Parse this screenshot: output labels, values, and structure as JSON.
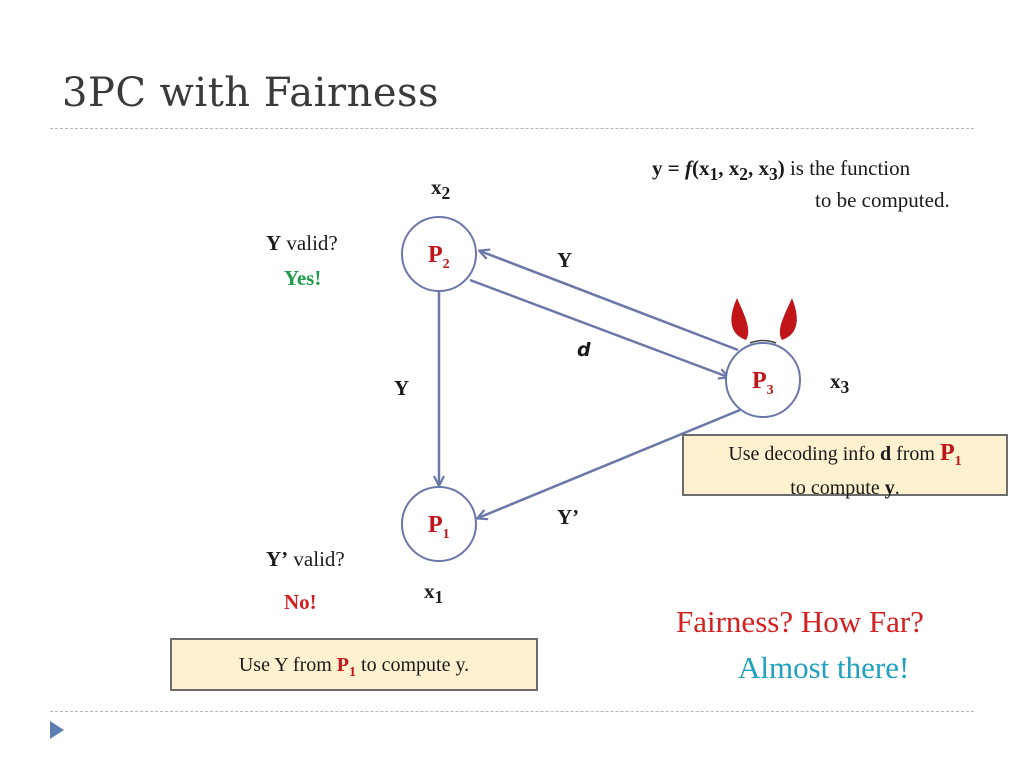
{
  "title": "3PC with Fairness",
  "function_desc": {
    "y_label": "y",
    "eq": "=",
    "f": "f",
    "args_prefix": "(x",
    "sub1": "1",
    "sep1": ", x",
    "sub2": "2",
    "sep2": ", x",
    "sub3": "3",
    "close": ")",
    "tail": " is the function",
    "line2": "to be computed."
  },
  "nodes": {
    "p1": {
      "letter": "P",
      "sub": "1",
      "input_base": "x",
      "input_sub": "1"
    },
    "p2": {
      "letter": "P",
      "sub": "2",
      "input_base": "x",
      "input_sub": "2"
    },
    "p3": {
      "letter": "P",
      "sub": "3",
      "input_base": "x",
      "input_sub": "3"
    }
  },
  "edges": {
    "p3_to_p2": "Y",
    "p2_to_p3": "d",
    "p2_to_p1": "Y",
    "p3_to_p1": "Y’"
  },
  "p2_check": {
    "var": "Y",
    "text": " valid?",
    "answer": "Yes!"
  },
  "p1_check": {
    "var": "Y’",
    "text": " valid?",
    "answer": "No!"
  },
  "p3_box": {
    "part1": "Use decoding info ",
    "d": "d",
    "part2": " from ",
    "p": "P",
    "psub": "1",
    "line2a": "to compute ",
    "y": "y",
    "line2b": "."
  },
  "p1_box": {
    "part1": "Use Y from ",
    "p": "P",
    "psub": "1",
    "part2": " to compute y."
  },
  "fairness": "Fairness? How Far?",
  "almost": "Almost there!",
  "colors": {
    "arrow": "#6b77a8",
    "node_stroke": "#6b77a8",
    "party": "#c0161a",
    "yes": "#1f9e4a",
    "no": "#d42020",
    "fairness": "#d42020",
    "almost": "#1fa0c0",
    "box_fill": "#fdf1cf",
    "devil_horns": "#c0161a"
  }
}
